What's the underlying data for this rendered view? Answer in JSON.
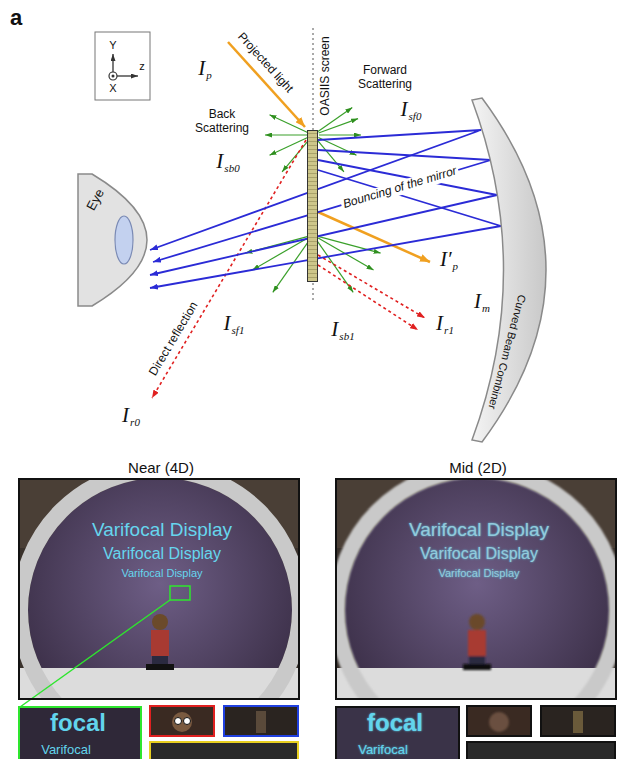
{
  "diagram": {
    "nodes": [
      {
        "text": [
          "Eye"
        ]
      },
      {
        "text": [
          "OASIIS screen"
        ]
      },
      {
        "text": [
          "Curved Beam Combiner"
        ]
      },
      {
        "text": [
          "Near (4D)",
          "Varifocal Display",
          "Varifocal Display",
          "Varifocal Display"
        ]
      },
      {
        "text": [
          "Mid (2D)",
          "Varifocal Display",
          "Varifocal Display",
          "Varifocal Display"
        ]
      },
      {
        "text": [
          "focal",
          "Varifocal"
        ]
      },
      {
        "text": [
          "focal",
          "Varifocal"
        ]
      }
    ],
    "edges": [
      {
        "from": 1,
        "to": 2,
        "arrow": "none"
      },
      {
        "from": 2,
        "to": 0,
        "arrow": "to",
        "label": "Bouncing of the mirror"
      }
    ],
    "labels": [
      "a",
      "Y",
      "X",
      "z",
      "Projected light",
      "Ip",
      "Forward Scattering",
      "Isf0",
      "Back Scattering",
      "Isb0",
      "I′p",
      "Im",
      "Direct reflection",
      "Ir0",
      "Isf1",
      "Isb1",
      "Ir1"
    ]
  }
}
